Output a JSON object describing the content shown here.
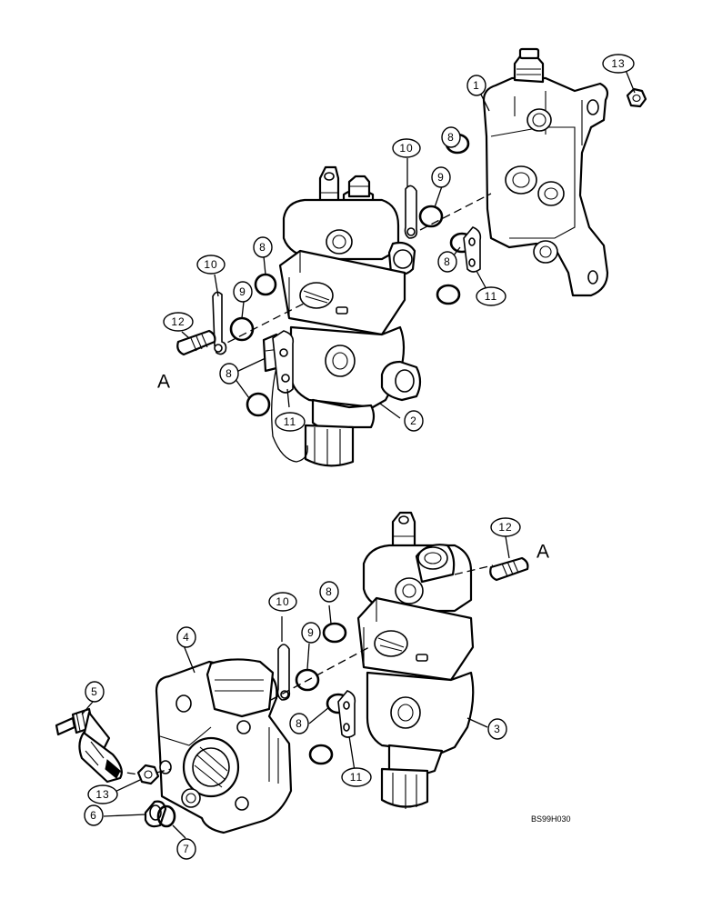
{
  "callouts": {
    "c1": "1",
    "c2": "2",
    "c3": "3",
    "c4": "4",
    "c5": "5",
    "c6": "6",
    "c7": "7",
    "c8a": "8",
    "c8b": "8",
    "c8c": "8",
    "c8d": "8",
    "c8e": "8",
    "c8f": "8",
    "c9a": "9",
    "c9b": "9",
    "c9c": "9",
    "c10a": "10",
    "c10b": "10",
    "c10c": "10",
    "c11a": "11",
    "c11b": "11",
    "c11c": "11",
    "c12a": "12",
    "c12b": "12",
    "c13a": "13",
    "c13b": "13"
  },
  "view_labels": {
    "top": "A",
    "bottom": "A"
  },
  "drawing_code": "BS99H030"
}
